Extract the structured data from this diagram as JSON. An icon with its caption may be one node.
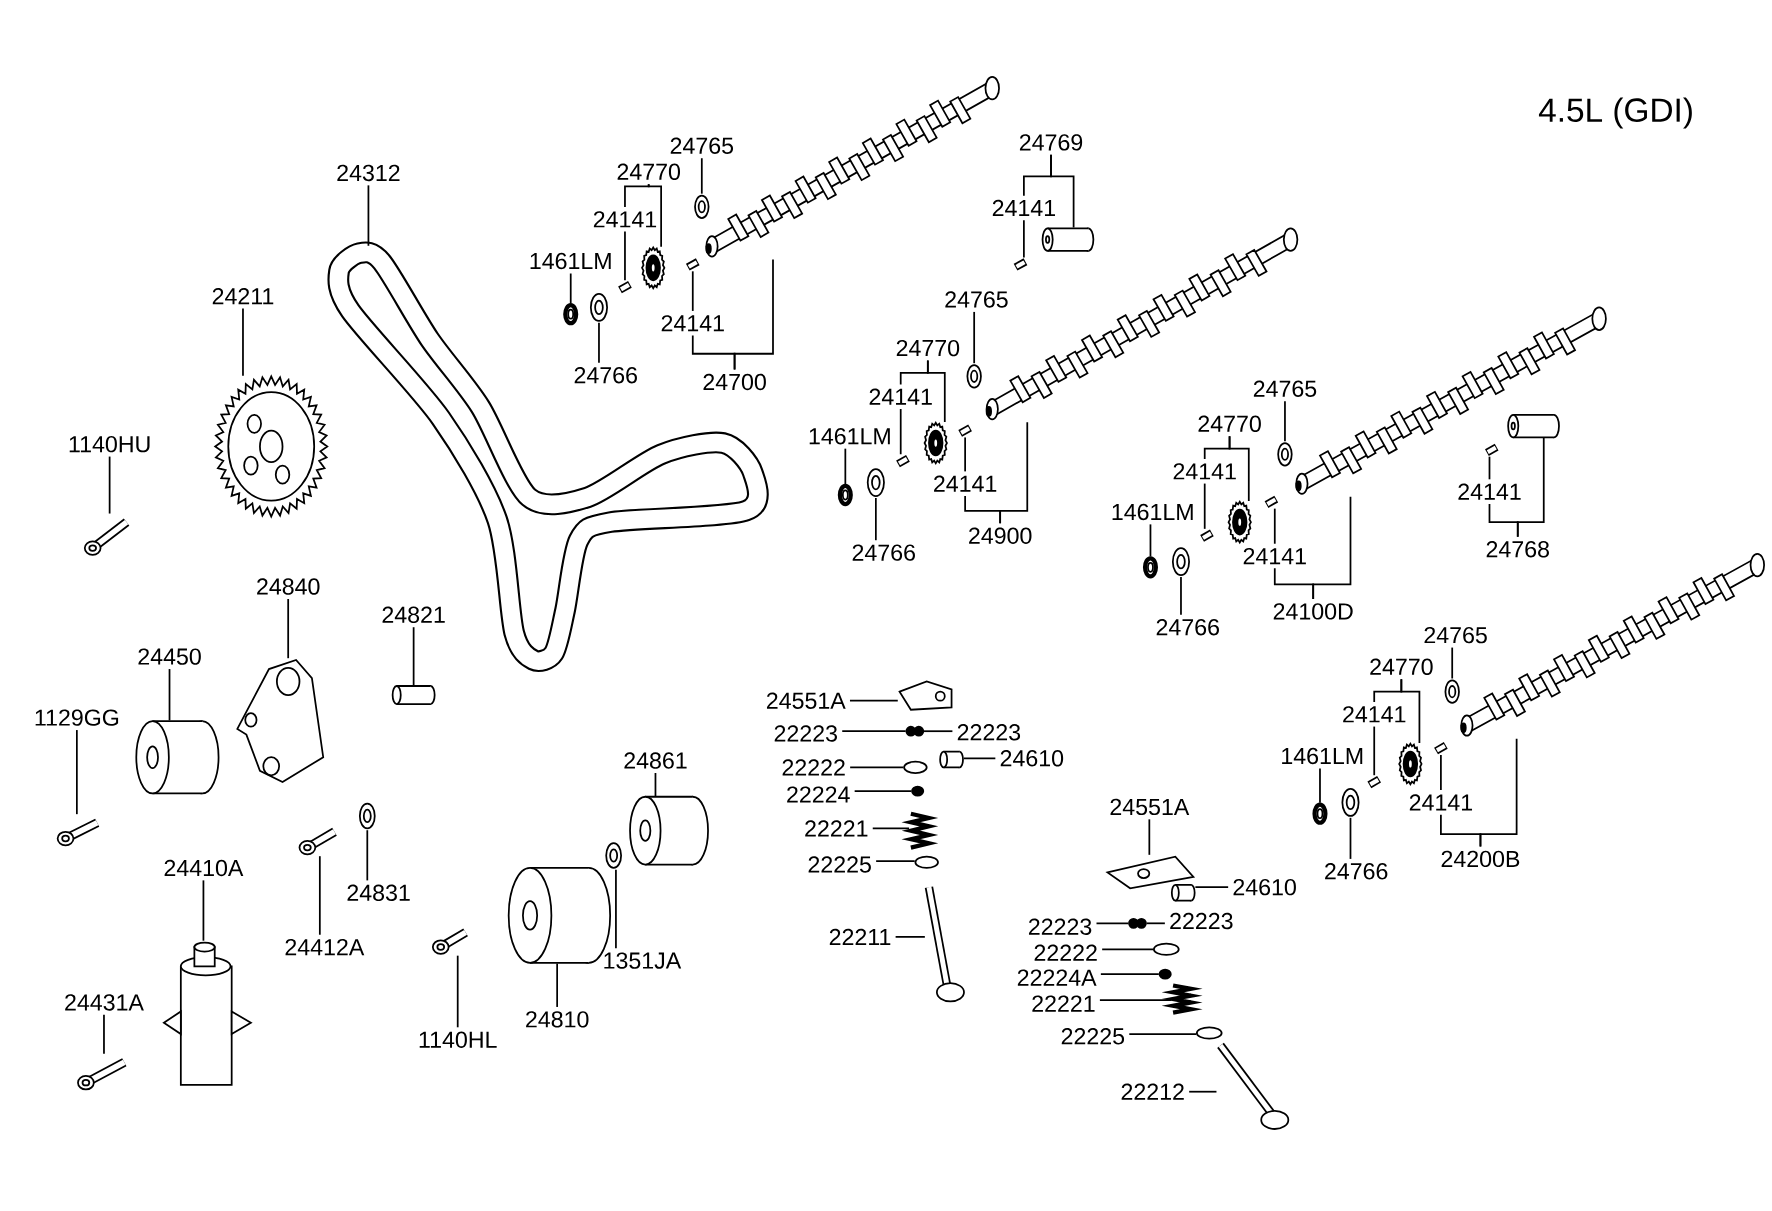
{
  "diagram": {
    "nodes": [
      {
        "text": [
          "24312"
        ]
      },
      {
        "text": [
          "24211"
        ]
      },
      {
        "text": [
          "1140HU"
        ]
      },
      {
        "text": [
          "24840"
        ]
      },
      {
        "text": [
          "24821"
        ]
      },
      {
        "text": [
          "24450"
        ]
      },
      {
        "text": [
          "1129GG"
        ]
      },
      {
        "text": [
          "24410A"
        ]
      },
      {
        "text": [
          "24412A"
        ]
      },
      {
        "text": [
          "24831"
        ]
      },
      {
        "text": [
          "24431A"
        ]
      },
      {
        "text": [
          "1140HL"
        ]
      },
      {
        "text": [
          "24810"
        ]
      },
      {
        "text": [
          "1351JA"
        ]
      },
      {
        "text": [
          "24861"
        ]
      },
      {
        "text": [
          "24765"
        ]
      },
      {
        "text": [
          "24770"
        ]
      },
      {
        "text": [
          "24141"
        ]
      },
      {
        "text": [
          "1461LM"
        ]
      },
      {
        "text": [
          "24141"
        ]
      },
      {
        "text": [
          "24766"
        ]
      },
      {
        "text": [
          "24700"
        ]
      },
      {
        "text": [
          "24769"
        ]
      },
      {
        "text": [
          "24141"
        ]
      },
      {
        "text": [
          "24765"
        ]
      },
      {
        "text": [
          "24770"
        ]
      },
      {
        "text": [
          "24141"
        ]
      },
      {
        "text": [
          "1461LM"
        ]
      },
      {
        "text": [
          "24141"
        ]
      },
      {
        "text": [
          "24766"
        ]
      },
      {
        "text": [
          "24900"
        ]
      },
      {
        "text": [
          "24765"
        ]
      },
      {
        "text": [
          "24770"
        ]
      },
      {
        "text": [
          "24141"
        ]
      },
      {
        "text": [
          "1461LM"
        ]
      },
      {
        "text": [
          "24141"
        ]
      },
      {
        "text": [
          "24766"
        ]
      },
      {
        "text": [
          "24100D"
        ]
      },
      {
        "text": [
          "24141"
        ]
      },
      {
        "text": [
          "24768"
        ]
      },
      {
        "text": [
          "24765"
        ]
      },
      {
        "text": [
          "24770"
        ]
      },
      {
        "text": [
          "24141"
        ]
      },
      {
        "text": [
          "1461LM"
        ]
      },
      {
        "text": [
          "24141"
        ]
      },
      {
        "text": [
          "24766"
        ]
      },
      {
        "text": [
          "24200B"
        ]
      },
      {
        "text": [
          "24551A"
        ]
      },
      {
        "text": [
          "22223"
        ]
      },
      {
        "text": [
          "22223"
        ]
      },
      {
        "text": [
          "24610"
        ]
      },
      {
        "text": [
          "22222"
        ]
      },
      {
        "text": [
          "22224"
        ]
      },
      {
        "text": [
          "22221"
        ]
      },
      {
        "text": [
          "22225"
        ]
      },
      {
        "text": [
          "22211"
        ]
      },
      {
        "text": [
          "24551A"
        ]
      },
      {
        "text": [
          "24610"
        ]
      },
      {
        "text": [
          "22223"
        ]
      },
      {
        "text": [
          "22223"
        ]
      },
      {
        "text": [
          "22222"
        ]
      },
      {
        "text": [
          "22224A"
        ]
      },
      {
        "text": [
          "22221"
        ]
      },
      {
        "text": [
          "22225"
        ]
      },
      {
        "text": [
          "22212"
        ]
      },
      {
        "text": [],
        "shape": "picture"
      },
      {
        "text": [],
        "shape": "picture"
      },
      {
        "text": [],
        "shape": "picture"
      },
      {
        "text": [],
        "shape": "picture"
      },
      {
        "text": [],
        "shape": "cylinder"
      },
      {
        "text": [],
        "shape": "cylinder"
      },
      {
        "text": [],
        "shape": "picture"
      },
      {
        "text": [],
        "shape": "picture"
      },
      {
        "text": [],
        "shape": "picture"
      },
      {
        "text": [],
        "shape": "picture"
      },
      {
        "text": [],
        "shape": "picture"
      },
      {
        "text": [],
        "shape": "picture"
      },
      {
        "text": [],
        "shape": "cylinder"
      },
      {
        "text": [],
        "shape": "picture"
      },
      {
        "text": [],
        "shape": "cylinder"
      },
      {
        "text": [],
        "shape": "picture"
      },
      {
        "text": [],
        "shape": "picture"
      },
      {
        "text": [],
        "shape": "picture"
      },
      {
        "text": [],
        "shape": "picture"
      },
      {
        "text": [],
        "shape": "picture"
      },
      {
        "text": [],
        "shape": "picture"
      },
      {
        "text": [],
        "shape": "picture"
      },
      {
        "text": [],
        "shape": "cylinder"
      },
      {
        "text": [],
        "shape": "picture"
      },
      {
        "text": [],
        "shape": "picture"
      },
      {
        "text": [],
        "shape": "picture"
      },
      {
        "text": [],
        "shape": "picture"
      },
      {
        "text": [],
        "shape": "picture"
      },
      {
        "text": [],
        "shape": "picture"
      },
      {
        "text": [],
        "shape": "picture"
      },
      {
        "text": [],
        "shape": "picture"
      },
      {
        "text": [],
        "shape": "picture"
      },
      {
        "text": [],
        "shape": "picture"
      },
      {
        "text": [],
        "shape": "picture"
      },
      {
        "text": [],
        "shape": "picture"
      },
      {
        "text": [],
        "shape": "picture"
      },
      {
        "text": [],
        "shape": "picture"
      },
      {
        "text": [],
        "shape": "picture"
      },
      {
        "text": [],
        "shape": "picture"
      },
      {
        "text": [],
        "shape": "cylinder"
      },
      {
        "text": [],
        "shape": "picture"
      },
      {
        "text": [],
        "shape": "picture"
      },
      {
        "text": [],
        "shape": "picture"
      },
      {
        "text": [],
        "shape": "picture"
      },
      {
        "text": [],
        "shape": "picture"
      },
      {
        "text": [],
        "shape": "picture"
      },
      {
        "text": [],
        "shape": "picture"
      },
      {
        "text": [],
        "shape": "picture"
      },
      {
        "text": [],
        "shape": "circle"
      },
      {
        "text": [],
        "shape": "circle"
      },
      {
        "text": [],
        "shape": "cylinder"
      },
      {
        "text": [],
        "shape": "circle"
      },
      {
        "text": [],
        "shape": "circle"
      },
      {
        "text": [],
        "shape": "picture"
      },
      {
        "text": [],
        "shape": "circle"
      },
      {
        "text": [],
        "shape": "picture"
      },
      {
        "text": [],
        "shape": "picture"
      },
      {
        "text": [],
        "shape": "cylinder"
      },
      {
        "text": [],
        "shape": "circle"
      },
      {
        "text": [],
        "shape": "circle"
      },
      {
        "text": [],
        "shape": "circle"
      },
      {
        "text": [],
        "shape": "circle"
      },
      {
        "text": [],
        "shape": "picture"
      },
      {
        "text": [],
        "shape": "circle"
      },
      {
        "text": [],
        "shape": "picture"
      }
    ],
    "edges": [
      {
        "from": 0,
        "to": 65,
        "arrow": "none"
      },
      {
        "from": 1,
        "to": 66,
        "arrow": "none"
      },
      {
        "from": 2,
        "to": 67,
        "arrow": "none"
      },
      {
        "from": 3,
        "to": 68,
        "arrow": "none"
      },
      {
        "from": 4,
        "to": 69,
        "arrow": "none"
      },
      {
        "from": 5,
        "to": 70,
        "arrow": "none"
      },
      {
        "from": 6,
        "to": 71,
        "arrow": "none"
      },
      {
        "from": 7,
        "to": 72,
        "arrow": "none"
      },
      {
        "from": 8,
        "to": 73,
        "arrow": "none"
      },
      {
        "from": 9,
        "to": 74,
        "arrow": "none"
      },
      {
        "from": 10,
        "to": 75,
        "arrow": "none"
      },
      {
        "from": 11,
        "to": 76,
        "arrow": "none"
      },
      {
        "from": 12,
        "to": 77,
        "arrow": "none"
      },
      {
        "from": 13,
        "to": 78,
        "arrow": "none"
      },
      {
        "from": 14,
        "to": 79,
        "arrow": "none"
      },
      {
        "from": 15,
        "to": 80,
        "arrow": "none"
      },
      {
        "from": 16,
        "to": 17,
        "arrow": "none"
      },
      {
        "from": 16,
        "to": 81,
        "arrow": "none"
      },
      {
        "from": 17,
        "to": 82,
        "arrow": "none"
      },
      {
        "from": 18,
        "to": 83,
        "arrow": "none"
      },
      {
        "from": 19,
        "to": 84,
        "arrow": "none"
      },
      {
        "from": 20,
        "to": 85,
        "arrow": "none"
      },
      {
        "from": 21,
        "to": 19,
        "arrow": "none"
      },
      {
        "from": 21,
        "to": 86,
        "arrow": "none"
      },
      {
        "from": 22,
        "to": 23,
        "arrow": "none"
      },
      {
        "from": 22,
        "to": 87,
        "arrow": "none"
      },
      {
        "from": 23,
        "to": 88,
        "arrow": "none"
      },
      {
        "from": 24,
        "to": 89,
        "arrow": "none"
      },
      {
        "from": 25,
        "to": 26,
        "arrow": "none"
      },
      {
        "from": 25,
        "to": 90,
        "arrow": "none"
      },
      {
        "from": 26,
        "to": 91,
        "arrow": "none"
      },
      {
        "from": 27,
        "to": 92,
        "arrow": "none"
      },
      {
        "from": 28,
        "to": 93,
        "arrow": "none"
      },
      {
        "from": 29,
        "to": 94,
        "arrow": "none"
      },
      {
        "from": 30,
        "to": 28,
        "arrow": "none"
      },
      {
        "from": 30,
        "to": 95,
        "arrow": "none"
      },
      {
        "from": 31,
        "to": 96,
        "arrow": "none"
      },
      {
        "from": 32,
        "to": 33,
        "arrow": "none"
      },
      {
        "from": 32,
        "to": 97,
        "arrow": "none"
      },
      {
        "from": 33,
        "to": 98,
        "arrow": "none"
      },
      {
        "from": 34,
        "to": 99,
        "arrow": "none"
      },
      {
        "from": 35,
        "to": 100,
        "arrow": "none"
      },
      {
        "from": 36,
        "to": 101,
        "arrow": "none"
      },
      {
        "from": 37,
        "to": 35,
        "arrow": "none"
      },
      {
        "from": 37,
        "to": 102,
        "arrow": "none"
      },
      {
        "from": 38,
        "to": 103,
        "arrow": "none"
      },
      {
        "from": 39,
        "to": 38,
        "arrow": "none"
      },
      {
        "from": 39,
        "to": 104,
        "arrow": "none"
      },
      {
        "from": 40,
        "to": 105,
        "arrow": "none"
      },
      {
        "from": 41,
        "to": 42,
        "arrow": "none"
      },
      {
        "from": 41,
        "to": 106,
        "arrow": "none"
      },
      {
        "from": 42,
        "to": 107,
        "arrow": "none"
      },
      {
        "from": 43,
        "to": 108,
        "arrow": "none"
      },
      {
        "from": 44,
        "to": 109,
        "arrow": "none"
      },
      {
        "from": 45,
        "to": 110,
        "arrow": "none"
      },
      {
        "from": 46,
        "to": 44,
        "arrow": "none"
      },
      {
        "from": 46,
        "to": 111,
        "arrow": "none"
      },
      {
        "from": 47,
        "to": 112,
        "arrow": "none"
      },
      {
        "from": 48,
        "to": 113,
        "arrow": "none"
      },
      {
        "from": 49,
        "to": 114,
        "arrow": "none"
      },
      {
        "from": 50,
        "to": 115,
        "arrow": "none"
      },
      {
        "from": 51,
        "to": 116,
        "arrow": "none"
      },
      {
        "from": 52,
        "to": 117,
        "arrow": "none"
      },
      {
        "from": 53,
        "to": 118,
        "arrow": "none"
      },
      {
        "from": 54,
        "to": 119,
        "arrow": "none"
      },
      {
        "from": 55,
        "to": 120,
        "arrow": "none"
      },
      {
        "from": 56,
        "to": 121,
        "arrow": "none"
      },
      {
        "from": 57,
        "to": 122,
        "arrow": "none"
      },
      {
        "from": 58,
        "to": 123,
        "arrow": "none"
      },
      {
        "from": 59,
        "to": 124,
        "arrow": "none"
      },
      {
        "from": 60,
        "to": 125,
        "arrow": "none"
      },
      {
        "from": 61,
        "to": 126,
        "arrow": "none"
      },
      {
        "from": 62,
        "to": 127,
        "arrow": "none"
      },
      {
        "from": 63,
        "to": 128,
        "arrow": "none"
      },
      {
        "from": 64,
        "to": 129,
        "arrow": "none"
      }
    ],
    "labels": [
      "4.5L (GDI)"
    ]
  }
}
